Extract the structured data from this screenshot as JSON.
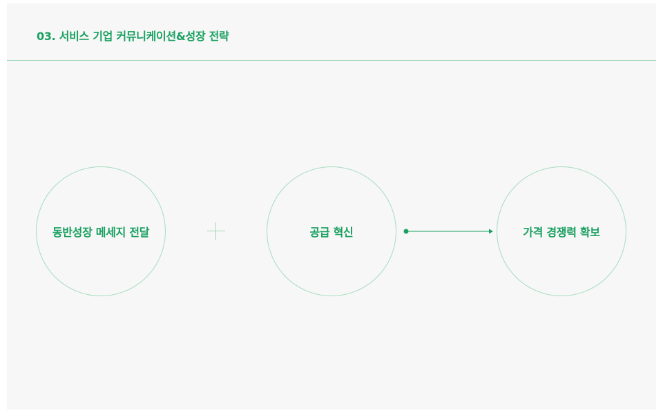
{
  "header": {
    "title": "03. 서비스 기업 커뮤니케이션&성장 전략"
  },
  "diagram": {
    "nodes": [
      {
        "label": "동반성장 메세지 전달"
      },
      {
        "label": "공급 혁신"
      },
      {
        "label": "가격 경쟁력 확보"
      }
    ],
    "connectors": [
      "plus-icon",
      "arrow-right-icon"
    ],
    "colors": {
      "accent": "#1aa061",
      "line": "#a6dcc0",
      "background": "#f7f7f7"
    }
  }
}
